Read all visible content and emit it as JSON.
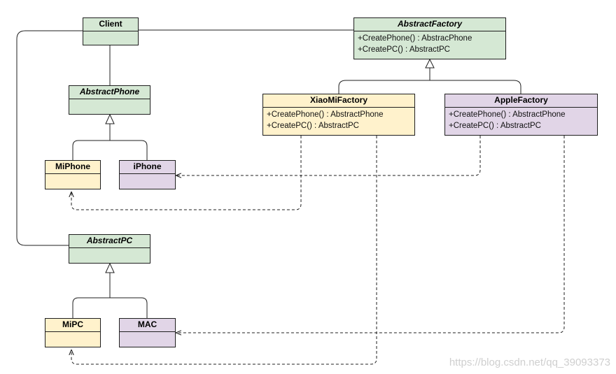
{
  "classes": {
    "client": {
      "name": "Client"
    },
    "abstract_factory": {
      "name": "AbstractFactory",
      "operations": [
        "+CreatePhone() : AbstracPhone",
        "+CreatePC() : AbstractPC"
      ]
    },
    "xiaomi_factory": {
      "name": "XiaoMiFactory",
      "operations": [
        "+CreatePhone() : AbstractPhone",
        "+CreatePC() : AbstractPC"
      ]
    },
    "apple_factory": {
      "name": "AppleFactory",
      "operations": [
        "+CreatePhone() : AbstractPhone",
        "+CreatePC() : AbstractPC"
      ]
    },
    "abstract_phone": {
      "name": "AbstractPhone"
    },
    "miphone": {
      "name": "MiPhone"
    },
    "iphone": {
      "name": "iPhone"
    },
    "abstract_pc": {
      "name": "AbstractPC"
    },
    "mipc": {
      "name": "MiPC"
    },
    "mac": {
      "name": "MAC"
    }
  },
  "watermark": "https://blog.csdn.net/qq_39093373",
  "colors": {
    "abstract_fill": "#d5e8d4",
    "xiaomi_fill": "#fff2cc",
    "apple_fill": "#e1d5e7",
    "stroke": "#1f1f1f"
  }
}
